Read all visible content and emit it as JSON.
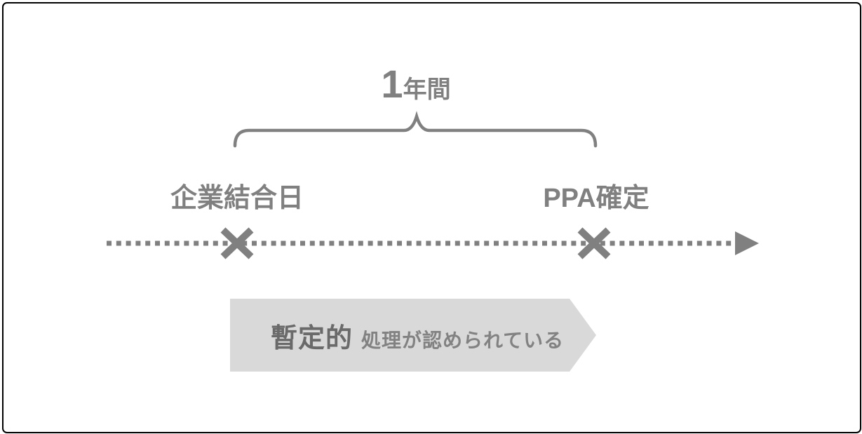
{
  "diagram": {
    "title": "PPA provisional accounting period timeline",
    "duration": {
      "number": "1",
      "unit": "年間"
    },
    "events": [
      {
        "label": "企業結合日",
        "marker": "x-marker"
      },
      {
        "label": "PPA確定",
        "marker": "x-marker"
      }
    ],
    "banner": {
      "emphasis": "暫定的",
      "rest": "処理が認められている"
    },
    "colors": {
      "line": "#808080",
      "banner_fill": "#d9d9d9",
      "banner_emphasis": "#6a6a6a",
      "banner_text": "#828282",
      "border": "#000000",
      "background": "#ffffff"
    }
  }
}
